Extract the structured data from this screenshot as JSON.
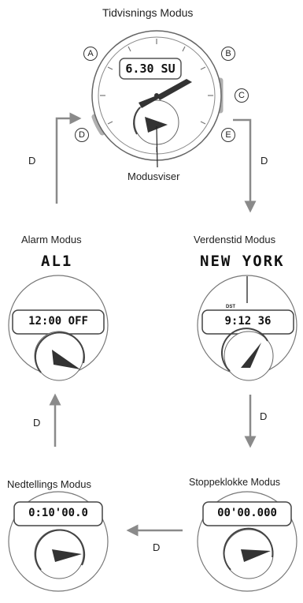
{
  "top": {
    "title": "Tidvisnings Modus",
    "display": "6.30 SU",
    "pointer_label": "Modusviser",
    "buttons": [
      "A",
      "B",
      "C",
      "D",
      "E"
    ]
  },
  "arrow_labels": {
    "left_up": "D",
    "right_down_top": "D",
    "right_down_mid": "D",
    "left_up_mid": "D",
    "bottom_left": "D"
  },
  "modes": {
    "alarm": {
      "title": "Alarm Modus",
      "big": "AL1",
      "lcd": "12:00 OFF"
    },
    "world": {
      "title": "Verdenstid Modus",
      "big": "NEW YORK",
      "small": "DST",
      "lcd": "9:12 36"
    },
    "countdown": {
      "title": "Nedtellings Modus",
      "lcd": "0:10'00.0"
    },
    "stopwatch": {
      "title": "Stoppeklokke Modus",
      "lcd": "00'00.000"
    }
  },
  "colors": {
    "arrow": "#8a8a8a",
    "button": "#b0b0b0",
    "hand": "#333333",
    "outline": "#666666"
  }
}
